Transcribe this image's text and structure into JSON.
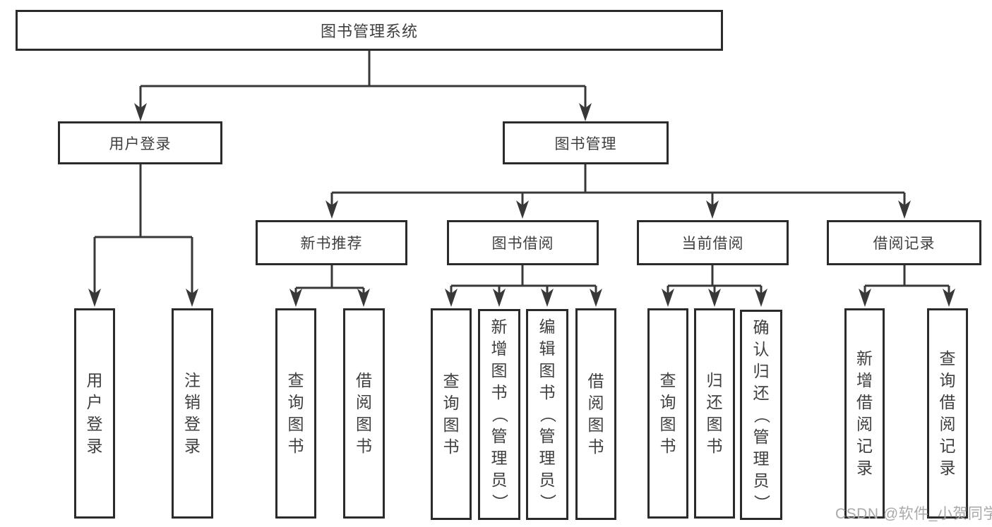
{
  "tree": {
    "label": "图书管理系统",
    "children": [
      {
        "label": "用户登录",
        "children": [
          {
            "label": "用户登录"
          },
          {
            "label": "注销登录"
          }
        ]
      },
      {
        "label": "图书管理",
        "children": [
          {
            "label": "新书推荐",
            "children": [
              {
                "label": "查询图书"
              },
              {
                "label": "借阅图书"
              }
            ]
          },
          {
            "label": "图书借阅",
            "children": [
              {
                "label": "查询图书"
              },
              {
                "label": "新增图书（管理员）"
              },
              {
                "label": "编辑图书（管理员）"
              },
              {
                "label": "借阅图书"
              }
            ]
          },
          {
            "label": "当前借阅",
            "children": [
              {
                "label": "查询图书"
              },
              {
                "label": "归还图书"
              },
              {
                "label": "确认归还（管理员）"
              }
            ]
          },
          {
            "label": "借阅记录",
            "children": [
              {
                "label": "新增借阅记录"
              },
              {
                "label": "查询借阅记录"
              }
            ]
          }
        ]
      }
    ]
  },
  "watermark": {
    "text": "CSDN @软件_小贺同学"
  },
  "colors": {
    "line": "#383838",
    "border": "#2b2b2b",
    "text": "#3f3f3f",
    "watermark": "#a9a9a9",
    "background": "#ffffff"
  }
}
